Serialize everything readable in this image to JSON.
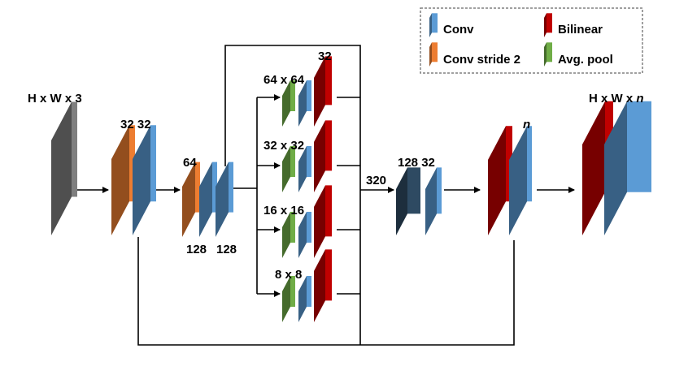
{
  "colors": {
    "conv": "#5b9bd5",
    "conv_stride2": "#ed7d31",
    "bilinear": "#c00000",
    "avg_pool": "#70ad47",
    "input": "#7f7f7f",
    "dark_conv": "#2e4a62"
  },
  "legend": {
    "conv": "Conv",
    "bilinear": "Bilinear",
    "conv_stride2": "Conv stride 2",
    "avg_pool": "Avg. pool"
  },
  "labels": {
    "input": "H x W x 3",
    "stage1": "32 32",
    "stage2_top": "64",
    "stage2_bottom1": "128",
    "stage2_bottom2": "128",
    "branch1": "64 x 64",
    "branch1_ch": "32",
    "branch2": "32 x 32",
    "branch3": "16 x 16",
    "branch4": "8 x 8",
    "concat": "320",
    "stage3": "128 32",
    "n_label": "n",
    "output_prefix": "H x W x ",
    "output_n": "n"
  }
}
